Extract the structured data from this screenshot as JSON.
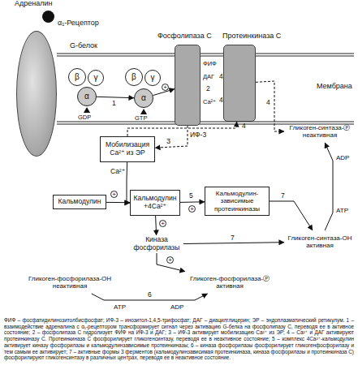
{
  "diagram": {
    "caption": "ФИФ – фосфатидилинозитолбисфосфат; ИФ-3 – инозитол-1,4,5-трифосфат; ДАГ – диацилглицерин; ЭР – эндоплазматический ретикулум. 1 – взаимодействие адреналина с α₁-рецептором трансформирует сигнал через активацию G-белка на фосфолипазу С, переводя ее в активное состояние; 2 – фосфолипаза С гидролизует ФИФ на ИФ-3 и ДАГ; 3 – ИФ-3 активирует мобилизацию Ca²⁺ из ЭР; 4 – Ca²⁺ и ДАГ активируют протеинкиназу С. Протеинкиназа С фосфорилирует гликогенсинтазу, переводя ее в неактивное состояние; 5 – комплекс 4Ca²⁺-кальмодулин активирует киназу фосфорилазы и кальмодулинзависимые протеинкиназы; 6 – киназа фосфорилазы фосфорилирует гликогенфосфорилазу и тем самым ее активирует; 7 – активные формы 3 ферментов (кальмодулинзависимая протеинкиназа, киназа фосфорилазы и протеинкиназа С) фосфорилируют гликогенсинтазу в различных центрах, переводя ее в неактивное состояние.",
    "nodes": [
      {
        "text": [
          "Адреналин"
        ]
      },
      {
        "text": [
          "α₁-Рецептор"
        ]
      },
      {
        "text": [
          "β"
        ]
      },
      {
        "text": [
          "γ"
        ]
      },
      {
        "text": [
          "α"
        ]
      },
      {
        "text": [
          "β"
        ]
      },
      {
        "text": [
          "γ"
        ]
      },
      {
        "text": [
          "α"
        ]
      },
      {
        "text": [
          "Фосфолипаза С"
        ]
      },
      {
        "text": [
          "Протеинкиназа С"
        ]
      },
      {
        "text": [
          "Мобилизация Ca²⁺ из ЭР"
        ]
      },
      {
        "text": [
          "Кальмодулин"
        ]
      },
      {
        "text": [
          "Кальмодулин +4Ca²⁺"
        ]
      },
      {
        "text": [
          "Кальмодулин-зависимые протеинкиназы"
        ]
      },
      {
        "text": [
          "Киназа фосфорилазы"
        ]
      },
      {
        "text": [
          "Гликоген-синтаза-Ⓟ неактивная"
        ]
      },
      {
        "text": [
          "Гликоген-синтаза-ОН активная"
        ]
      },
      {
        "text": [
          "Гликоген-фосфорилаза-ОН неактивная"
        ]
      },
      {
        "text": [
          "Гликоген-фосфорилаза-Ⓟ активная"
        ]
      }
    ],
    "edges": [
      {
        "from": 4,
        "to": 7,
        "arrow": "to",
        "label": "1"
      },
      {
        "from": 7,
        "to": 8,
        "arrow": "to"
      },
      {
        "from": 8,
        "to": 10,
        "arrow": "to",
        "label": "ИФ-3"
      },
      {
        "from": 10,
        "to": 9,
        "arrow": "to",
        "label": "4"
      },
      {
        "from": 9,
        "to": 15,
        "arrow": "to",
        "label": "4"
      },
      {
        "from": 10,
        "to": 12,
        "arrow": "to",
        "label": "Ca²⁺"
      },
      {
        "from": 11,
        "to": 12,
        "arrow": "to"
      },
      {
        "from": 12,
        "to": 13,
        "arrow": "to",
        "label": "5"
      },
      {
        "from": 12,
        "to": 14,
        "arrow": "to"
      },
      {
        "from": 16,
        "to": 15,
        "arrow": "to"
      },
      {
        "from": 13,
        "to": 16,
        "arrow": "to",
        "label": "7"
      },
      {
        "from": 14,
        "to": 16,
        "arrow": "to",
        "label": "7"
      },
      {
        "from": 17,
        "to": 18,
        "arrow": "to",
        "label": "6"
      },
      {
        "from": 14,
        "to": 18,
        "arrow": "to"
      }
    ],
    "labels": [
      "G-белок",
      "GDP",
      "GTP",
      "ФИФ",
      "ДАГ",
      "Ca²⁺",
      "2",
      "4",
      "4",
      "Мембрана",
      "3",
      "ADP",
      "ATP",
      "ATP",
      "ADP",
      "+",
      "+",
      "+",
      "+",
      "+"
    ]
  }
}
